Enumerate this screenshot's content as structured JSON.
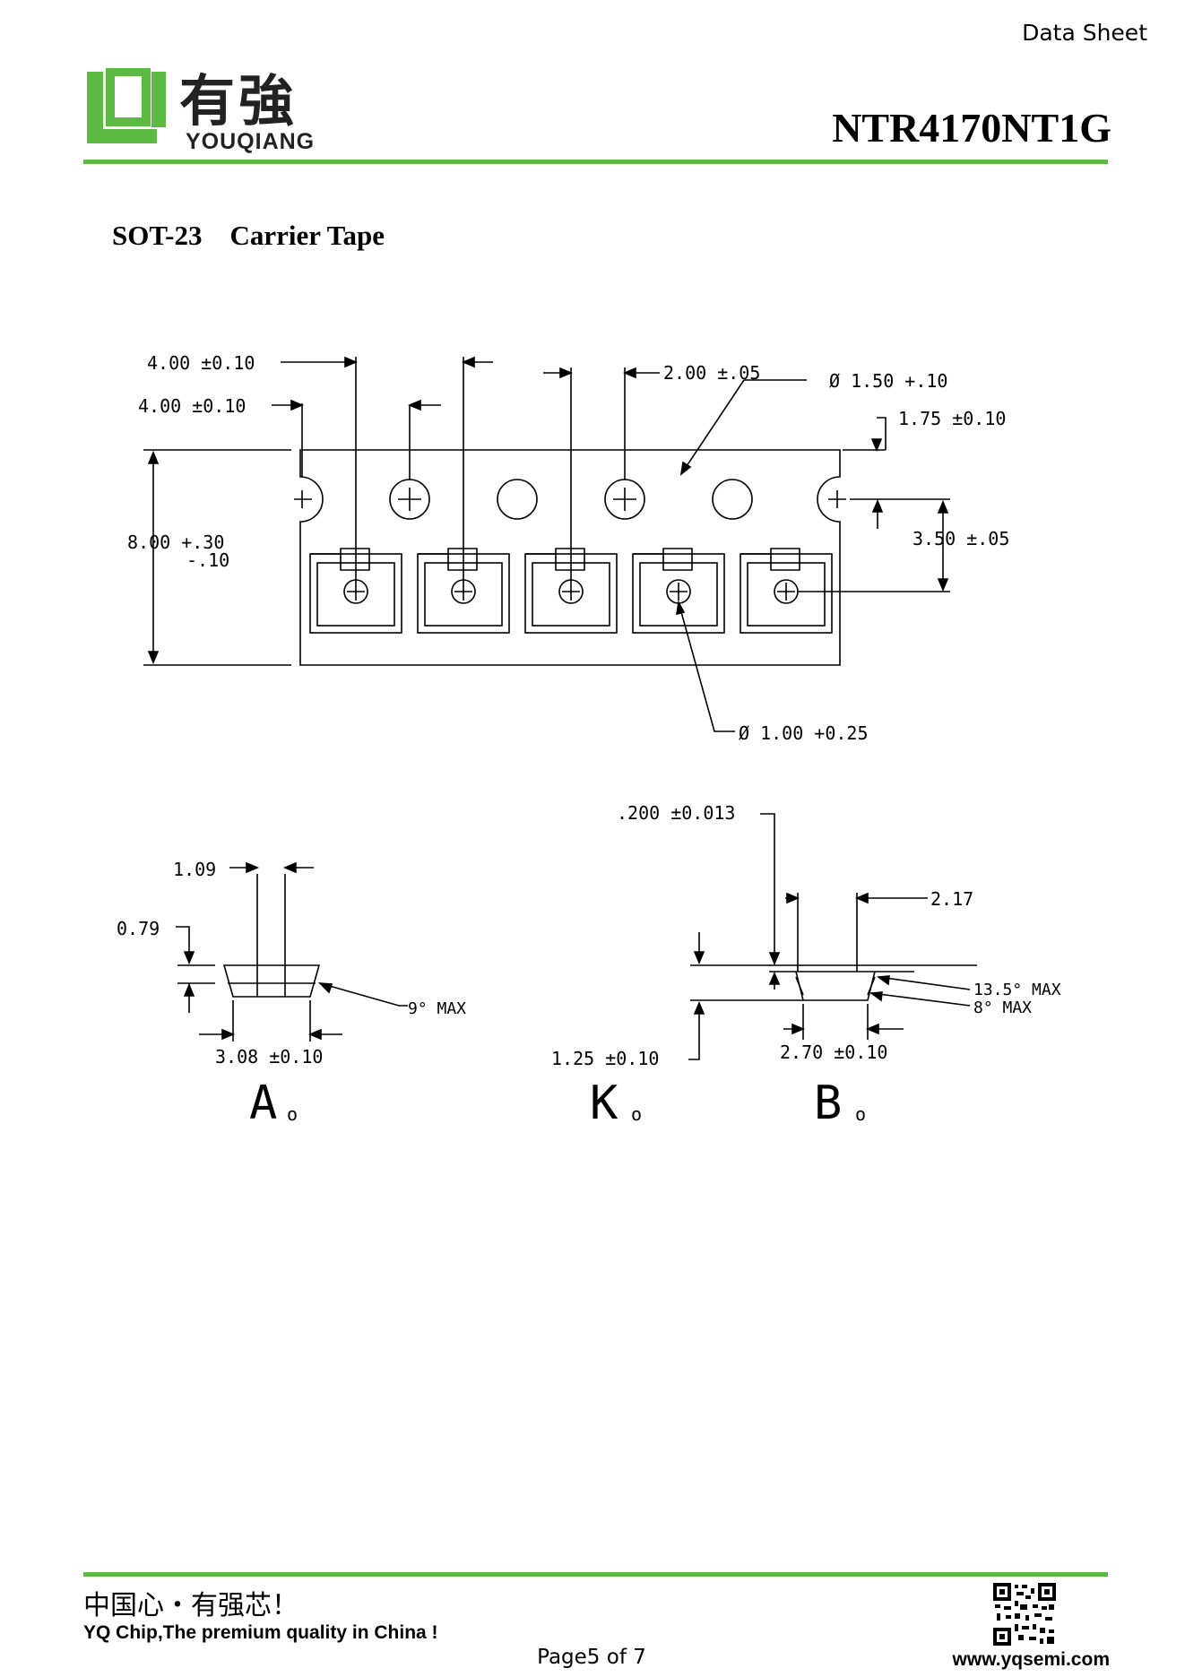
{
  "header": {
    "doc_type": "Data Sheet",
    "logo_cn": "有強",
    "logo_en": "YOUQIANG",
    "part_number": "NTR4170NT1G",
    "accent_color": "#5cb942"
  },
  "section": {
    "title": "SOT-23    Carrier Tape"
  },
  "tape_drawing": {
    "labels": {
      "pitch_sprocket": "4.00 ±0.10",
      "pitch_pocket": "4.00 ±0.10",
      "p2": "2.00 ±.05",
      "sprocket_diameter": "Ø 1.50 +.10",
      "edge_to_hole": "1.75 ±0.10",
      "tape_width_main": "8.00 +.30",
      "tape_width_tol": "-.10",
      "f_distance": "3.50 ±.05",
      "pocket_hole": "Ø 1.00 +0.25"
    }
  },
  "section_a": {
    "labels": {
      "dim_top": "1.09",
      "dim_depth": "0.79",
      "angle": "9° MAX",
      "dim_width": "3.08 ±0.10",
      "caption": "A",
      "caption_sub": "o"
    }
  },
  "section_kb": {
    "labels": {
      "thickness": ".200 ±0.013",
      "dim_top": "2.17",
      "angle_1": "13.5° MAX",
      "angle_2": "8° MAX",
      "depth": "1.25 ±0.10",
      "width": "2.70 ±0.10",
      "caption_k": "K",
      "caption_k_sub": "o",
      "caption_b": "B",
      "caption_b_sub": "o"
    }
  },
  "footer": {
    "slogan_cn": "中国心・有强芯！",
    "slogan_en": "YQ Chip,The premium quality in China !",
    "page": "Page5 of 7",
    "website": "www.yqsemi.com"
  }
}
